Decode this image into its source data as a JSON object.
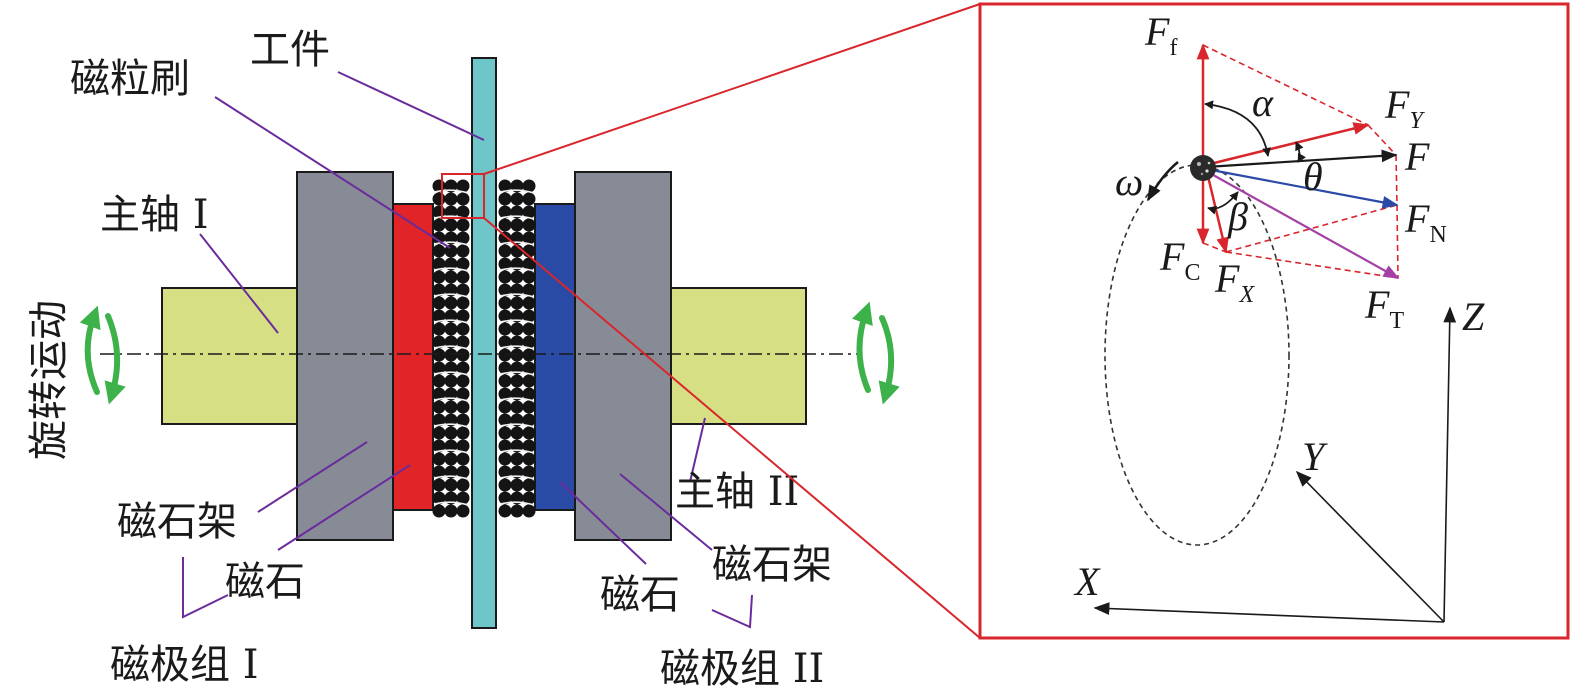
{
  "labels": {
    "workpiece": "工件",
    "brush": "磁粒刷",
    "spindle1": "主轴 I",
    "rotation": "旋转运动",
    "holder_left": "磁石架",
    "magnet_left": "磁石",
    "group1": "磁极组 I",
    "spindle2": "主轴 II",
    "holder_right": "磁石架",
    "magnet_right": "磁石",
    "group2": "磁极组 II"
  },
  "forces": {
    "Ff": {
      "main": "F",
      "sub": "f"
    },
    "FY": {
      "main": "F",
      "sub": "Y"
    },
    "F": {
      "main": "F"
    },
    "FN": {
      "main": "F",
      "sub": "N"
    },
    "FC": {
      "main": "F",
      "sub": "C"
    },
    "FX": {
      "main": "F",
      "sub": "X"
    },
    "FT": {
      "main": "F",
      "sub": "T"
    }
  },
  "angles": {
    "alpha": "α",
    "theta": "θ",
    "beta": "β",
    "omega": "ω"
  },
  "axes": {
    "x": "X",
    "y": "Y",
    "z": "Z"
  },
  "colors": {
    "spindle": "#d6df84",
    "holder": "#878b96",
    "magnet_left": "#e02428",
    "magnet_right": "#2a4ba5",
    "workpiece": "#6fc6c8",
    "leader": "#6a2c9c",
    "rotation_arrow": "#3db24a",
    "zoom_frame": "#d8262c",
    "force_red": "#d8262c",
    "force_blue": "#2b4aa6",
    "force_purple": "#a43fa6"
  }
}
